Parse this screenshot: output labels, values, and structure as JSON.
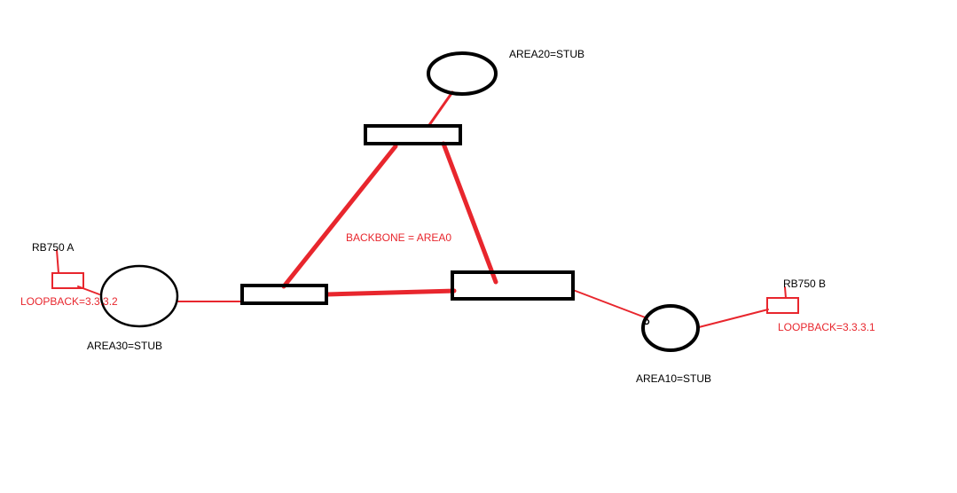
{
  "colors": {
    "link": "#e8262d",
    "outline": "#000000",
    "background": "#ffffff"
  },
  "labels": {
    "area20": "AREA20=STUB",
    "area30": "AREA30=STUB",
    "area10": "AREA10=STUB",
    "backbone": "BACKBONE = AREA0",
    "rb750a": "RB750 A",
    "rb750b": "RB750 B",
    "loopback_a": "LOOPBACK=3.3.3.2",
    "loopback_b": "LOOPBACK=3.3.3.1"
  }
}
